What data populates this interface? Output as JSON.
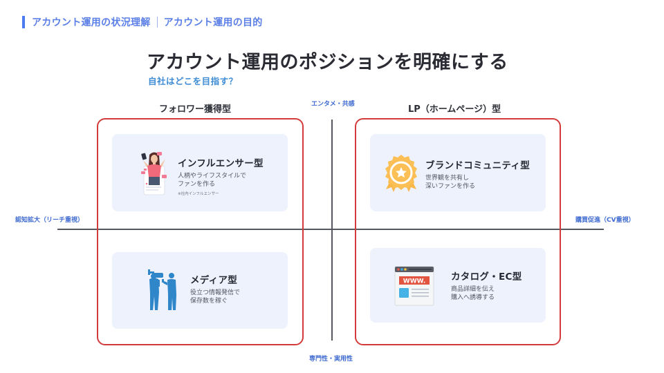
{
  "breadcrumb": {
    "items": [
      "アカウント運用の状況理解",
      "アカウント運用の目的"
    ],
    "accent_color": "#4a7cf0"
  },
  "header": {
    "title": "アカウント運用のポジションを明確にする",
    "subtitle": "自社はどこを目指す？"
  },
  "columns": {
    "left": "フォロワー獲得型",
    "right": "LP（ホームページ）型"
  },
  "axes": {
    "top": "エンタメ・共感",
    "bottom": "専門性・実用性",
    "left": "認知拡大（リーチ重視）",
    "right": "購買促進（CV重視）"
  },
  "colors": {
    "frame": "#d23a3a",
    "card_bg": "#edf2fd",
    "axis_label": "#3f6bd0",
    "subtitle": "#3d8bd4"
  },
  "quadrants": {
    "influencer": {
      "icon": "influencer-illustration-icon",
      "title": "インフルエンサー型",
      "desc": [
        "人柄やライフスタイルで",
        "ファンを作る"
      ],
      "note": "※社内インフルエンサー"
    },
    "brand": {
      "icon": "award-badge-icon",
      "title": "ブランドコミュニティ型",
      "desc": [
        "世界観を共有し",
        "深いファンを作る"
      ]
    },
    "media": {
      "icon": "camera-crew-interview-icon",
      "title": "メディア型",
      "desc": [
        "役立つ情報発信で",
        "保存数を稼ぐ"
      ]
    },
    "catalog": {
      "icon": "website-browser-icon",
      "icon_text": "WWW.",
      "title": "カタログ・EC型",
      "desc": [
        "商品詳細を伝え",
        "購入へ誘導する"
      ]
    }
  }
}
